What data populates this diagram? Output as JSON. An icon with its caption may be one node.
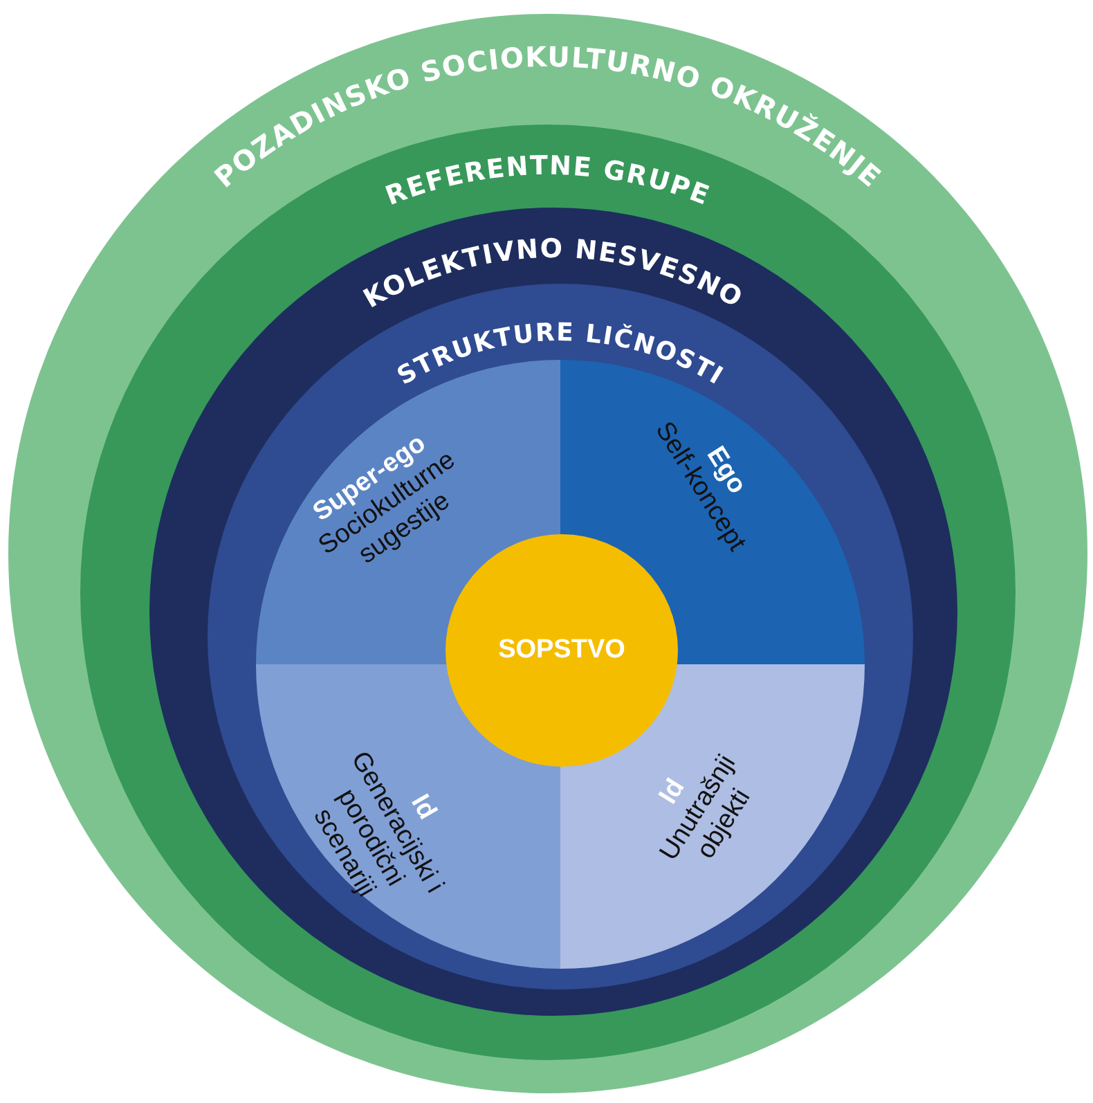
{
  "diagram": {
    "nodes": [
      {
        "text": [
          "POZADINSKO SOCIOKULTURNO OKRUŽENJE"
        ]
      },
      {
        "text": [
          "REFERENTNE GRUPE"
        ],
        "in": 0
      },
      {
        "text": [
          "KOLEKTIVNO NESVESNO"
        ],
        "in": 1
      },
      {
        "text": [
          "STRUKTURE LIČNOSTI"
        ],
        "in": 2
      },
      {
        "text": [
          "Super-ego",
          "Sociokulturne sugestije"
        ],
        "in": 3
      },
      {
        "text": [
          "Ego",
          "Self-koncept"
        ],
        "in": 3
      },
      {
        "text": [
          "Id",
          "Generacijski i porodični scenariji"
        ],
        "in": 3
      },
      {
        "text": [
          "Id",
          "Unutrašnji objekti"
        ],
        "in": 3
      },
      {
        "text": [
          "SOPSTVO"
        ],
        "in": 3
      }
    ]
  }
}
